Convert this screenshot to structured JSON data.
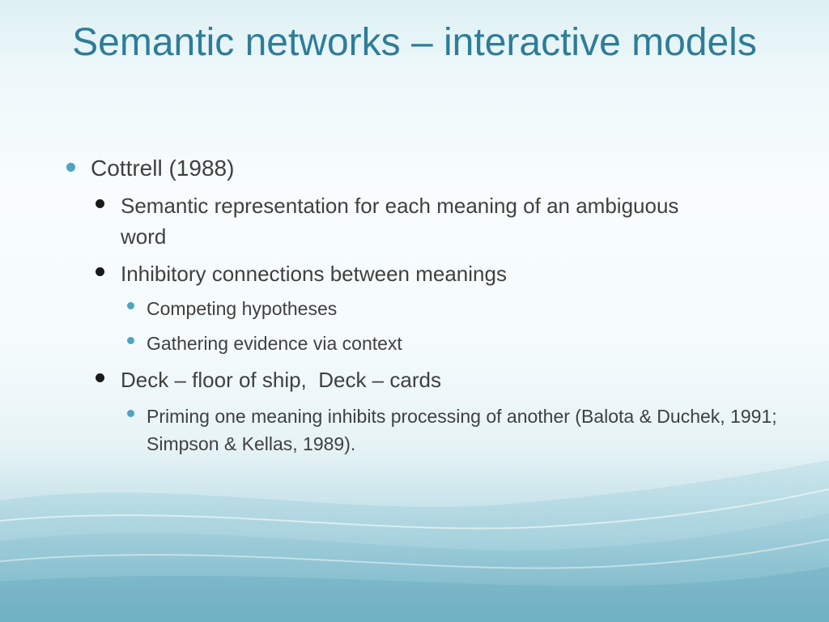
{
  "slide": {
    "title": "Semantic networks – interactive models",
    "bullets": [
      {
        "level": 1,
        "text": "Cottrell (1988)"
      },
      {
        "level": 2,
        "text": "Semantic representation for each meaning of an ambiguous word"
      },
      {
        "level": 2,
        "text": "Inhibitory connections between meanings"
      },
      {
        "level": 3,
        "text": "Competing hypotheses"
      },
      {
        "level": 3,
        "text": "Gathering evidence via context"
      },
      {
        "level": 2,
        "text": "Deck – floor of ship,  Deck – cards"
      },
      {
        "level": 3,
        "text": "Priming one meaning inhibits processing of another (Balota & Duchek, 1991; Simpson & Kellas, 1989)."
      }
    ]
  },
  "colors": {
    "title": "#2e7d98",
    "body_text": "#404040",
    "bullet_accent": "#4ea4c2",
    "bullet_dark": "#1a1a1a"
  }
}
